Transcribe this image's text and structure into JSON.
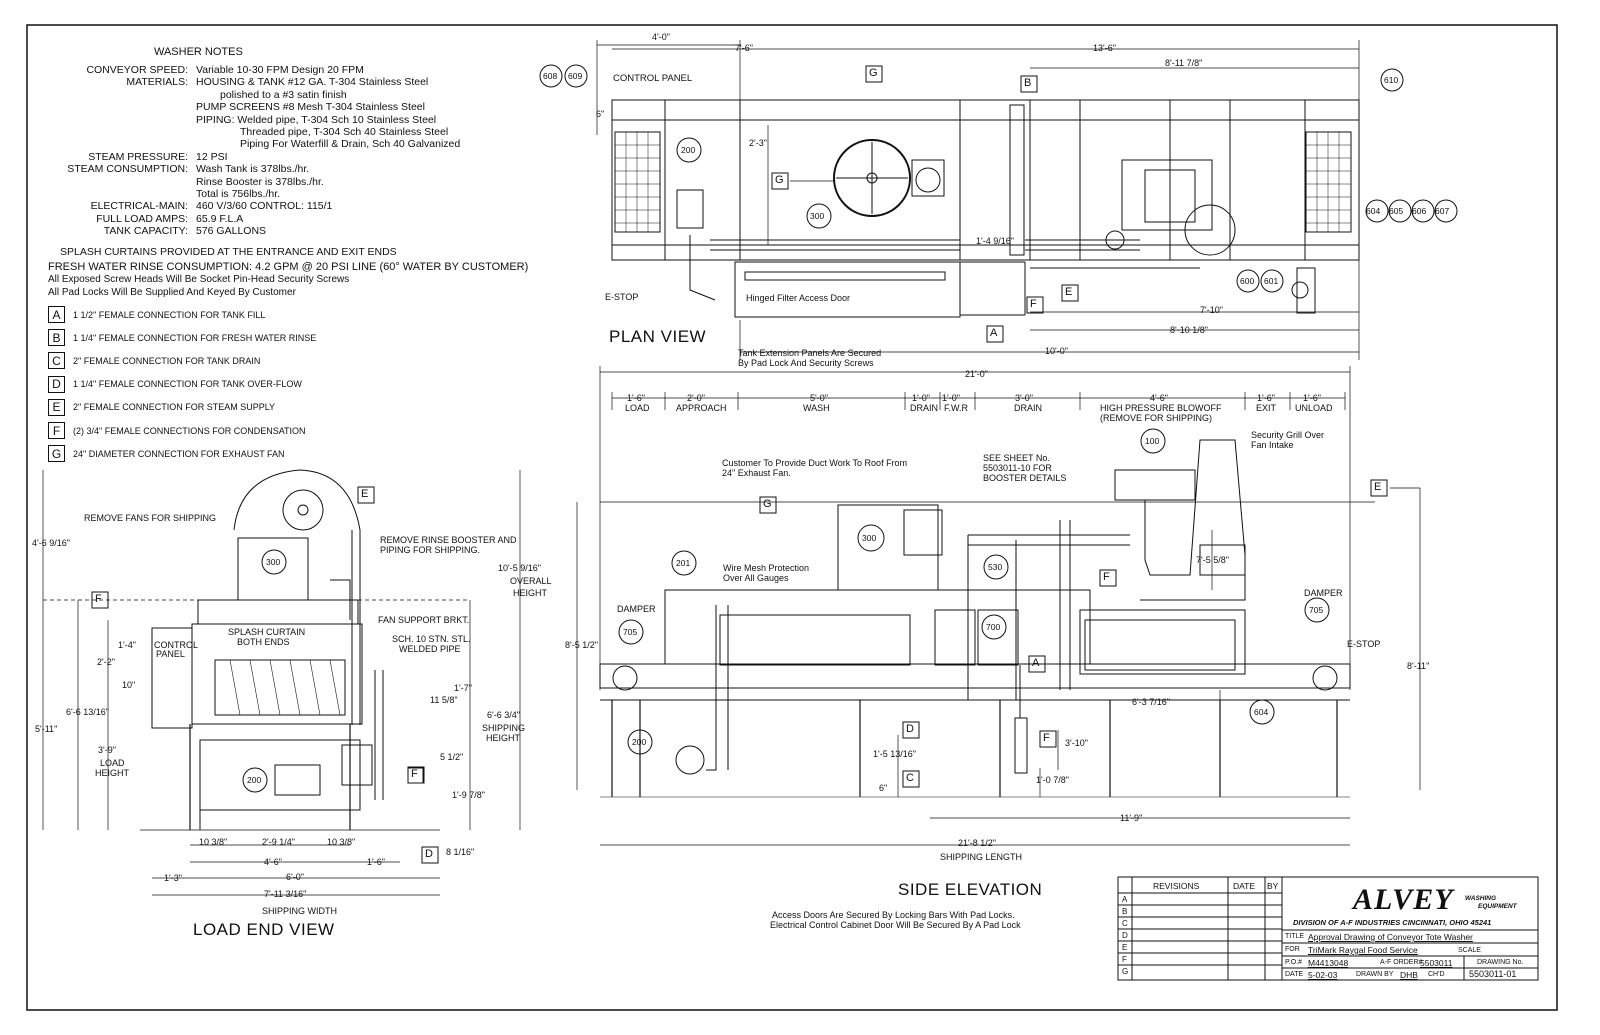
{
  "notes": {
    "title": "WASHER NOTES",
    "rows": [
      {
        "label": "CONVEYOR SPEED:",
        "value": "Variable 10-30 FPM Design 20 FPM"
      },
      {
        "label": "MATERIALS:",
        "value": "HOUSING & TANK  #12 GA. T-304 Stainless Steel"
      },
      {
        "label": "",
        "value": "polished to a #3 satin finish"
      },
      {
        "label": "",
        "value": "PUMP SCREENS  #8 Mesh T-304 Stainless Steel"
      },
      {
        "label": "",
        "value": "PIPING:  Welded pipe, T-304 Sch 10 Stainless Steel"
      },
      {
        "label": "",
        "value": "Threaded pipe, T-304 Sch 40 Stainless Steel"
      },
      {
        "label": "",
        "value": "Piping For Waterfill & Drain, Sch 40 Galvanized"
      },
      {
        "label": "STEAM PRESSURE:",
        "value": "12 PSI"
      },
      {
        "label": "STEAM CONSUMPTION:",
        "value": "Wash Tank is 378lbs./hr."
      },
      {
        "label": "",
        "value": "Rinse Booster is 378lbs./hr."
      },
      {
        "label": "",
        "value": "Total is 756lbs./hr."
      },
      {
        "label": "ELECTRICAL-MAIN:",
        "value": "460 V/3/60          CONTROL:  115/1"
      },
      {
        "label": "FULL LOAD AMPS:",
        "value": "65.9 F.L.A"
      },
      {
        "label": "TANK CAPACITY:",
        "value": "576 GALLONS"
      }
    ],
    "general": [
      "SPLASH CURTAINS PROVIDED AT THE ENTRANCE AND EXIT ENDS",
      "FRESH WATER RINSE CONSUMPTION:   4.2 GPM @ 20 PSI LINE (60° WATER BY CUSTOMER)",
      "All Exposed Screw Heads Will Be Socket Pin-Head Security Screws",
      "All Pad Locks Will Be Supplied And Keyed By Customer"
    ],
    "connections": [
      {
        "key": "A",
        "text": "1 1/2\" FEMALE CONNECTION FOR TANK FILL"
      },
      {
        "key": "B",
        "text": "1 1/4\" FEMALE CONNECTION FOR FRESH WATER RINSE"
      },
      {
        "key": "C",
        "text": "2\" FEMALE CONNECTION FOR TANK DRAIN"
      },
      {
        "key": "D",
        "text": "1 1/4\" FEMALE CONNECTION FOR TANK OVER-FLOW"
      },
      {
        "key": "E",
        "text": "2\" FEMALE CONNECTION FOR STEAM SUPPLY"
      },
      {
        "key": "F",
        "text": "(2) 3/4\" FEMALE CONNECTIONS FOR CONDENSATION"
      },
      {
        "key": "G",
        "text": "24\" DIAMETER CONNECTION FOR EXHAUST FAN"
      }
    ]
  },
  "views": {
    "plan": "PLAN VIEW",
    "side": "SIDE ELEVATION",
    "load_end": "LOAD END VIEW"
  },
  "plan": {
    "control_panel": "CONTROL PANEL",
    "estop": "E-STOP",
    "filter_door": "Hinged Filter Access Door",
    "tank_ext_1": "Tank Extension Panels Are Secured",
    "tank_ext_2": "By Pad Lock And Security Screws",
    "dims": [
      "4'-0\"",
      "7'-6\"",
      "13'-6\"",
      "8'-11 7/8\"",
      "6\"",
      "2'-3\"",
      "1'-4 9/16\"",
      "7'-10\"",
      "8'-10 1/8\"",
      "10'-0\""
    ],
    "callouts": [
      "608",
      "609",
      "200",
      "300",
      "610",
      "604",
      "605",
      "606",
      "607",
      "600",
      "601"
    ]
  },
  "side": {
    "overall": "21'-0\"",
    "zone_dims": [
      "1'-6\"",
      "2'-0\"",
      "5'-0\"",
      "1'-0\"",
      "1'-0\"",
      "3'-0\"",
      "4'-6\"",
      "1'-6\"",
      "1'-6\""
    ],
    "zones": [
      "LOAD",
      "APPROACH",
      "WASH",
      "DRAIN",
      "F.W.R",
      "DRAIN",
      "HIGH PRESSURE BLOWOFF",
      "EXIT",
      "UNLOAD"
    ],
    "blowoff_note": "(REMOVE FOR SHIPPING)",
    "duct_1": "Customer To Provide Duct Work To Roof From",
    "duct_2": "24\" Exhaust Fan.",
    "see_sheet_1": "SEE SHEET No.",
    "see_sheet_2": "5503011-10 FOR",
    "see_sheet_3": "BOOSTER DETAILS",
    "grill_1": "Security Grill Over",
    "grill_2": "Fan Intake",
    "mesh_1": "Wire Mesh Protection",
    "mesh_2": "Over All Gauges",
    "damper": "DAMPER",
    "estop": "E-STOP",
    "shipping_length": "21'-8 1/2\"",
    "shipping_length_label": "SHIPPING LENGTH",
    "dims": [
      "8'-5 1/2\"",
      "8'-11\"",
      "7'-5 5/8\"",
      "6'-3 7/16\"",
      "1'-5 13/16\"",
      "6\"",
      "3'-10\"",
      "1'-0 7/8\"",
      "11'-9\""
    ],
    "callouts": [
      "100",
      "201",
      "300",
      "530",
      "700",
      "705",
      "705",
      "200",
      "604"
    ],
    "footnote_1": "Access Doors Are Secured By Locking Bars With Pad Locks.",
    "footnote_2": "Electrical Control Cabinet Door Will Be Secured By A Pad Lock"
  },
  "load_end": {
    "remove_fans": "REMOVE FANS FOR SHIPPING",
    "remove_rinse_1": "REMOVE RINSE BOOSTER AND",
    "remove_rinse_2": "PIPING FOR SHIPPING.",
    "fan_support": "FAN SUPPORT BRKT.",
    "splash_1": "SPLASH CURTAIN",
    "splash_2": "BOTH ENDS",
    "control_1": "CONTROL",
    "control_2": "PANEL",
    "sch_1": "SCH. 10 STN. STL.",
    "sch_2": "WELDED PIPE",
    "overall_height_dim": "10'-5 9/16\"",
    "overall_height_1": "OVERALL",
    "overall_height_2": "HEIGHT",
    "shipping_height_dim": "6'-6 3/4\"",
    "shipping_height_1": "SHIPPING",
    "shipping_height_2": "HEIGHT",
    "load_height_dim": "3'-9\"",
    "load_height_1": "LOAD",
    "load_height_2": "HEIGHT",
    "dims": [
      "4'-6 9/16\"",
      "1'-4\"",
      "2'-2\"",
      "10\"",
      "6'-6 13/16\"",
      "5'-11\"",
      "1'-7\"",
      "11 5/8\"",
      "5 1/2\"",
      "1'-9 7/8\"",
      "8 1/16\"",
      "10 3/8\"",
      "2'-9 1/4\"",
      "10 3/8\"",
      "4'-6\"",
      "1'-6\"",
      "1'-3\"",
      "6'-0\"",
      "7'-11 3/16\""
    ],
    "shipping_width": "SHIPPING WIDTH",
    "callouts": [
      "300",
      "200"
    ]
  },
  "title_block": {
    "revisions": "REVISIONS",
    "date": "DATE",
    "by": "BY",
    "rev_letters": [
      "A",
      "B",
      "C",
      "D",
      "E",
      "F",
      "G"
    ],
    "brand": "ALVEY",
    "brand_sub_1": "WASHING",
    "brand_sub_2": "EQUIPMENT",
    "division": "DIVISION OF A-F INDUSTRIES CINCINNATI, OHIO 45241",
    "title_label": "TITLE",
    "title_value": "Approval Drawing of Conveyor Tote Washer",
    "for_label": "FOR",
    "for_value": "TriMark Raygal Food Service",
    "scale_label": "SCALE",
    "po_label": "P.O.#",
    "po_value": "M4413048",
    "af_label": "A-F ORDER#",
    "af_value": "5503011",
    "drawing_label": "DRAWING No.",
    "date_label": "DATE",
    "date_value": "5-02-03",
    "drawn_label": "DRAWN BY",
    "drawn_value": "DHB",
    "chd_label": "CH'D",
    "drawing_no": "5503011-01"
  }
}
